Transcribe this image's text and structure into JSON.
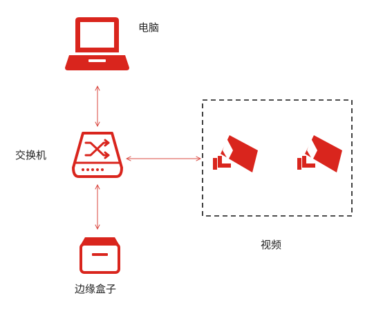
{
  "colors": {
    "accent": "#d9251d",
    "connector": "#d9463e",
    "frame": "#111111"
  },
  "nodes": {
    "computer": {
      "label": "电脑",
      "icon": "laptop-icon"
    },
    "switch": {
      "label": "交换机",
      "icon": "network-switch-icon"
    },
    "edge_box": {
      "label": "边缘盒子",
      "icon": "box-icon"
    },
    "video": {
      "label": "视频",
      "icons": [
        "cctv-camera-icon",
        "cctv-camera-icon"
      ]
    }
  },
  "connections": [
    {
      "from": "computer",
      "to": "switch",
      "style": "bidirectional-arrow"
    },
    {
      "from": "switch",
      "to": "edge_box",
      "style": "bidirectional-arrow"
    },
    {
      "from": "switch",
      "to": "video",
      "style": "bidirectional-arrow"
    }
  ]
}
